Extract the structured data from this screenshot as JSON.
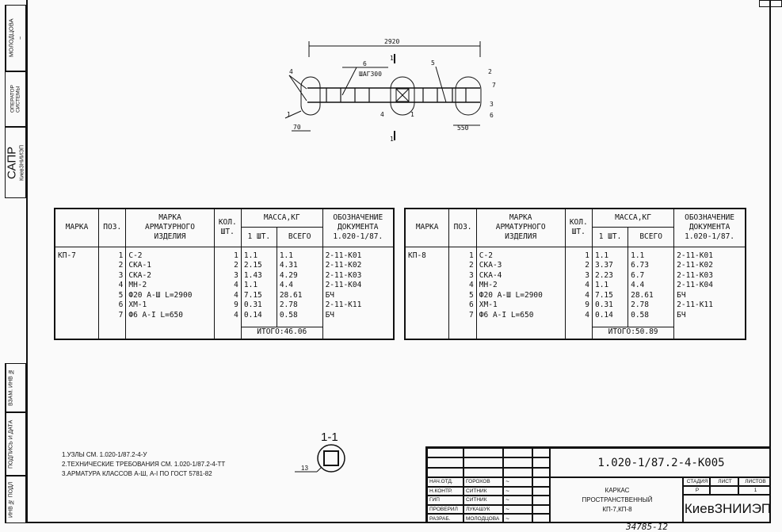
{
  "side_stamp": {
    "developer": "МОЛОДЦОВА",
    "operator": "ОПЕРАТОР СИСТЕМЫ",
    "sapr": "САПР",
    "org": "КиевЗНИИЭП",
    "inv_replace": "ВЗАМ. ИНВ №",
    "sign_date": "ПОДПИСЬ И ДАТА",
    "inv_orig": "ИНВ № ПОДЛ"
  },
  "drawing": {
    "length": "2920",
    "step": "ШАГ300",
    "dim_left": "70",
    "dim_right": "550",
    "section": "1",
    "labels": [
      "1",
      "2",
      "3",
      "4",
      "5",
      "6",
      "7"
    ],
    "section_view": "1-1",
    "section_label": "13"
  },
  "headers": {
    "marka": "МАРКА",
    "poz": "ПОЗ.",
    "item": "МАРКА\nАРМАТУРНОГО\nИЗДЕЛИЯ",
    "qty": "КОЛ.\nШТ.",
    "mass": "МАССА,КГ",
    "one": "1 ШТ.",
    "total": "ВСЕГО",
    "doc": "ОБОЗНАЧЕНИЕ\nДОКУМЕНТА\n1.020-1/87."
  },
  "tables": [
    {
      "marka": "КП-7",
      "rows": [
        {
          "poz": "1",
          "item": "С-2",
          "qty": "1",
          "one": "1.1",
          "total": "1.1",
          "doc": "2-11-К01"
        },
        {
          "poz": "2",
          "item": "СКА-1",
          "qty": "2",
          "one": "2.15",
          "total": "4.31",
          "doc": "2-11-К02"
        },
        {
          "poz": "3",
          "item": "СКА-2",
          "qty": "3",
          "one": "1.43",
          "total": "4.29",
          "doc": "2-11-К03"
        },
        {
          "poz": "4",
          "item": "МН-2",
          "qty": "4",
          "one": "1.1",
          "total": "4.4",
          "doc": "2-11-К04"
        },
        {
          "poz": "5",
          "item": "Ф20 А-Ш L=2900",
          "qty": "4",
          "one": "7.15",
          "total": "28.61",
          "doc": "БЧ"
        },
        {
          "poz": "6",
          "item": "ХМ-1",
          "qty": "9",
          "one": "0.31",
          "total": "2.78",
          "doc": "2-11-К11"
        },
        {
          "poz": "7",
          "item": "Ф6 А-I L=650",
          "qty": "4",
          "one": "0.14",
          "total": "0.58",
          "doc": "БЧ"
        }
      ],
      "sum": "ИТОГО:46.06"
    },
    {
      "marka": "КП-8",
      "rows": [
        {
          "poz": "1",
          "item": "С-2",
          "qty": "1",
          "one": "1.1",
          "total": "1.1",
          "doc": "2-11-К01"
        },
        {
          "poz": "2",
          "item": "СКА-3",
          "qty": "2",
          "one": "3.37",
          "total": "6.73",
          "doc": "2-11-К02"
        },
        {
          "poz": "3",
          "item": "СКА-4",
          "qty": "3",
          "one": "2.23",
          "total": "6.7",
          "doc": "2-11-К03"
        },
        {
          "poz": "4",
          "item": "МН-2",
          "qty": "4",
          "one": "1.1",
          "total": "4.4",
          "doc": "2-11-К04"
        },
        {
          "poz": "5",
          "item": "Ф20 А-Ш L=2900",
          "qty": "4",
          "one": "7.15",
          "total": "28.61",
          "doc": "БЧ"
        },
        {
          "poz": "6",
          "item": "ХМ-1",
          "qty": "9",
          "one": "0.31",
          "total": "2.78",
          "doc": "2-11-К11"
        },
        {
          "poz": "7",
          "item": "Ф6 А-I L=650",
          "qty": "4",
          "one": "0.14",
          "total": "0.58",
          "doc": "БЧ"
        }
      ],
      "sum": "ИТОГО:50.89"
    }
  ],
  "notes": [
    "1.УЗЛЫ СМ. 1.020-1/87.2-4-У",
    "2.ТЕХНИЧЕСКИЕ ТРЕБОВАНИЯ СМ. 1.020-1/87.2-4-ТТ",
    "3.АРМАТУРА КЛАССОВ А-Ш, А-I ПО ГОСТ 5781-82"
  ],
  "title_block": {
    "doc_number": "1.020-1/87.2-4-К005",
    "title": [
      "КАРКАС",
      "ПРОСТРАНСТВЕННЫЙ",
      "КП-7,КП-8"
    ],
    "people": [
      {
        "role": "НАЧ.ОТД.",
        "name": "ГОРОХОВ"
      },
      {
        "role": "Н.КОНТР.",
        "name": "СИТНИК"
      },
      {
        "role": "ГИП",
        "name": "СИТНИК"
      },
      {
        "role": "ПРОВЕРИЛ",
        "name": "ЛУКАШУК"
      },
      {
        "role": "РАЗРАБ.",
        "name": "МОЛОДЦОВА"
      }
    ],
    "stage_label": "СТАДИЯ",
    "sheet_label": "ЛИСТ",
    "sheets_label": "ЛИСТОВ",
    "stage": "Р",
    "sheets": "1",
    "org": "КиевЗНИИЭП"
  },
  "footer_number": "34785-12"
}
